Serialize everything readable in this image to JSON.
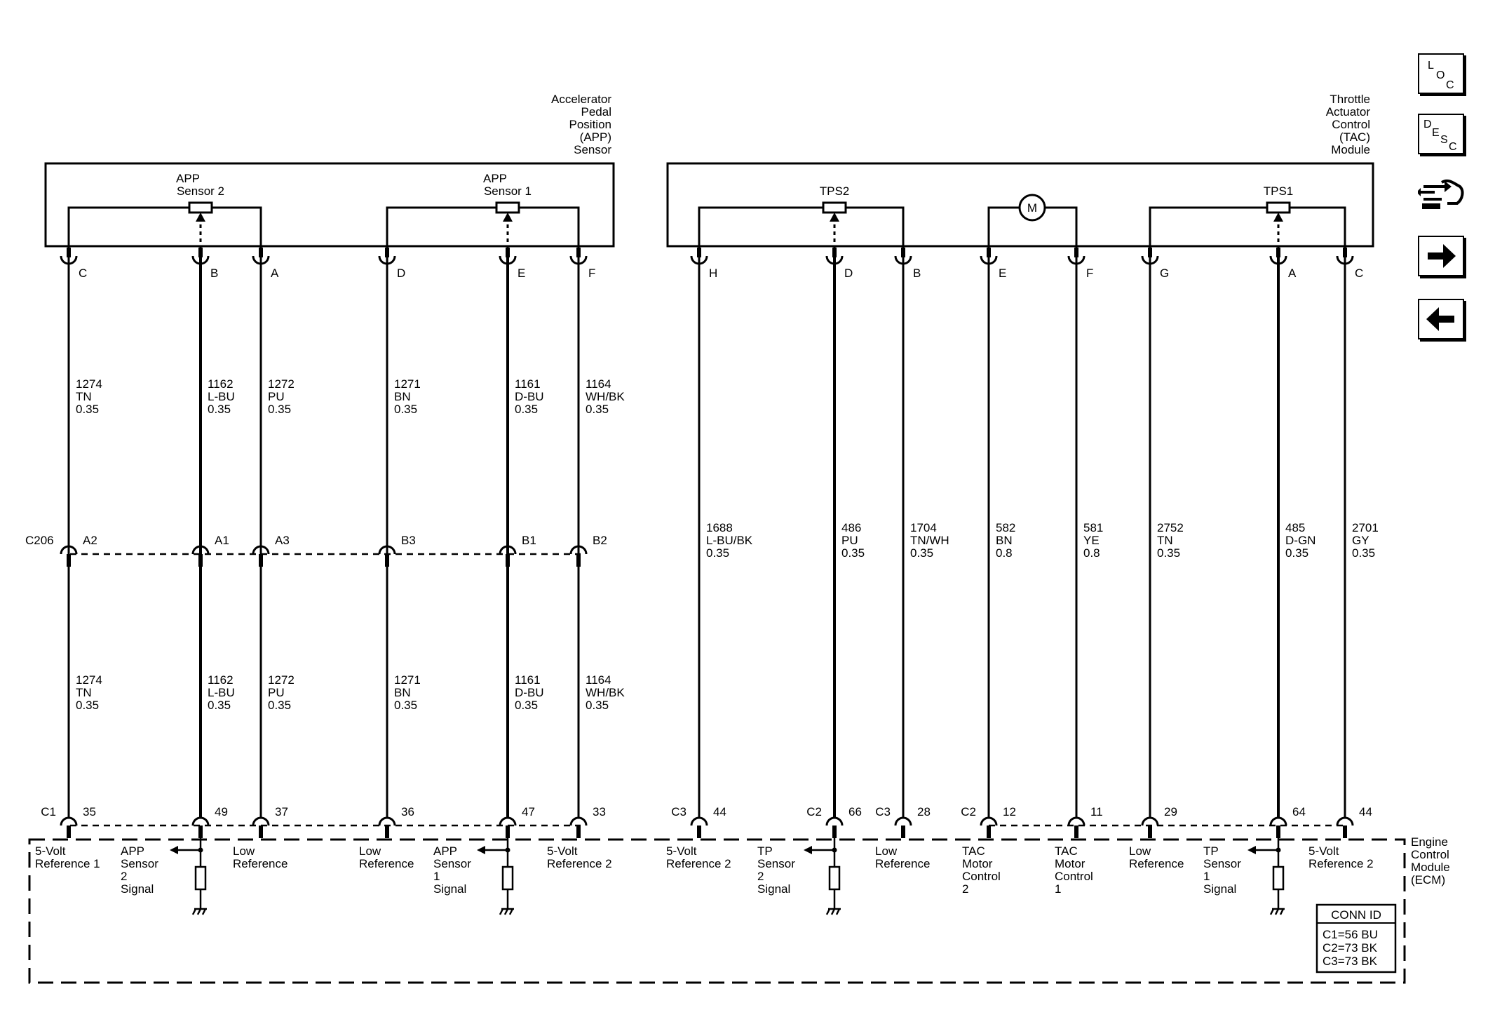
{
  "components": {
    "app_sensor": {
      "title": [
        "Accelerator",
        "Pedal",
        "Position",
        "(APP)",
        "Sensor"
      ],
      "sensor2_label": [
        "APP",
        "Sensor 2"
      ],
      "sensor1_label": [
        "APP",
        "Sensor 1"
      ]
    },
    "tac_module": {
      "title": [
        "Throttle",
        "Actuator",
        "Control",
        "(TAC)",
        "Module"
      ],
      "tps2_label": "TPS2",
      "tps1_label": "TPS1",
      "motor_label": "M"
    },
    "ecm": {
      "title": [
        "Engine",
        "Control",
        "Module",
        "(ECM)"
      ]
    }
  },
  "inline_connector": {
    "name": "C206"
  },
  "ecm_connector_ids": {
    "header": "CONN ID",
    "rows": [
      "C1=56 BU",
      "C2=73 BK",
      "C3=73 BK"
    ]
  },
  "circuits": [
    {
      "comp_pin": "C",
      "upper": [
        "1274",
        "TN",
        "0.35"
      ],
      "c206_pin": "A2",
      "lower": [
        "1274",
        "TN",
        "0.35"
      ],
      "ecm_conn": "C1",
      "ecm_pin": "35",
      "function": [
        "5-Volt",
        "Reference 1"
      ]
    },
    {
      "comp_pin": "B",
      "upper": [
        "1162",
        "L-BU",
        "0.35"
      ],
      "c206_pin": "A1",
      "lower": [
        "1162",
        "L-BU",
        "0.35"
      ],
      "ecm_conn": "",
      "ecm_pin": "49",
      "function": [
        "APP",
        "Sensor",
        "2",
        "Signal"
      ]
    },
    {
      "comp_pin": "A",
      "upper": [
        "1272",
        "PU",
        "0.35"
      ],
      "c206_pin": "A3",
      "lower": [
        "1272",
        "PU",
        "0.35"
      ],
      "ecm_conn": "",
      "ecm_pin": "37",
      "function": [
        "Low",
        "Reference"
      ]
    },
    {
      "comp_pin": "D",
      "upper": [
        "1271",
        "BN",
        "0.35"
      ],
      "c206_pin": "B3",
      "lower": [
        "1271",
        "BN",
        "0.35"
      ],
      "ecm_conn": "",
      "ecm_pin": "36",
      "function": [
        "Low",
        "Reference"
      ]
    },
    {
      "comp_pin": "E",
      "upper": [
        "1161",
        "D-BU",
        "0.35"
      ],
      "c206_pin": "B1",
      "lower": [
        "1161",
        "D-BU",
        "0.35"
      ],
      "ecm_conn": "",
      "ecm_pin": "47",
      "function": [
        "APP",
        "Sensor",
        "1",
        "Signal"
      ]
    },
    {
      "comp_pin": "F",
      "upper": [
        "1164",
        "WH/BK",
        "0.35"
      ],
      "c206_pin": "B2",
      "lower": [
        "1164",
        "WH/BK",
        "0.35"
      ],
      "ecm_conn": "",
      "ecm_pin": "33",
      "function": [
        "5-Volt",
        "Reference 2"
      ]
    },
    {
      "comp_pin": "H",
      "upper": [
        "1688",
        "L-BU/BK",
        "0.35"
      ],
      "c206_pin": "",
      "lower": [],
      "ecm_conn": "C3",
      "ecm_pin": "44",
      "function": [
        "5-Volt",
        "Reference 2"
      ]
    },
    {
      "comp_pin": "D",
      "upper": [
        "486",
        "PU",
        "0.35"
      ],
      "c206_pin": "",
      "lower": [],
      "ecm_conn": "C2",
      "ecm_pin": "66",
      "function": [
        "TP",
        "Sensor",
        "2",
        "Signal"
      ]
    },
    {
      "comp_pin": "B",
      "upper": [
        "1704",
        "TN/WH",
        "0.35"
      ],
      "c206_pin": "",
      "lower": [],
      "ecm_conn": "C3",
      "ecm_pin": "28",
      "function": [
        "Low",
        "Reference"
      ]
    },
    {
      "comp_pin": "E",
      "upper": [
        "582",
        "BN",
        "0.8"
      ],
      "c206_pin": "",
      "lower": [],
      "ecm_conn": "C2",
      "ecm_pin": "12",
      "function": [
        "TAC",
        "Motor",
        "Control",
        "2"
      ]
    },
    {
      "comp_pin": "F",
      "upper": [
        "581",
        "YE",
        "0.8"
      ],
      "c206_pin": "",
      "lower": [],
      "ecm_conn": "",
      "ecm_pin": "11",
      "function": [
        "TAC",
        "Motor",
        "Control",
        "1"
      ]
    },
    {
      "comp_pin": "G",
      "upper": [
        "2752",
        "TN",
        "0.35"
      ],
      "c206_pin": "",
      "lower": [],
      "ecm_conn": "",
      "ecm_pin": "29",
      "function": [
        "Low",
        "Reference"
      ]
    },
    {
      "comp_pin": "A",
      "upper": [
        "485",
        "D-GN",
        "0.35"
      ],
      "c206_pin": "",
      "lower": [],
      "ecm_conn": "",
      "ecm_pin": "64",
      "function": [
        "TP",
        "Sensor",
        "1",
        "Signal"
      ]
    },
    {
      "comp_pin": "C",
      "upper": [
        "2701",
        "GY",
        "0.35"
      ],
      "c206_pin": "",
      "lower": [],
      "ecm_conn": "",
      "ecm_pin": "44",
      "function": [
        "5-Volt",
        "Reference 2"
      ]
    }
  ],
  "nav": {
    "loc": [
      "L",
      "O",
      "C"
    ],
    "desc": [
      "D",
      "E",
      "S",
      "C"
    ],
    "icons": [
      "connector-view-icon",
      "next-arrow-icon",
      "previous-arrow-icon"
    ]
  },
  "colors": {
    "line": "#000000",
    "background": "#ffffff"
  }
}
